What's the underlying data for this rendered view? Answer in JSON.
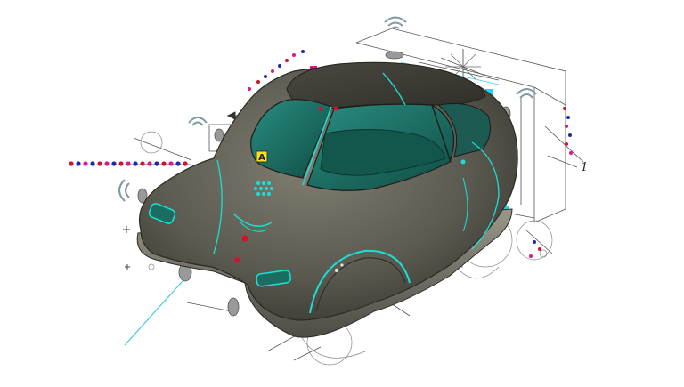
{
  "image": {
    "subject": "vintage-bubble-car",
    "colors": {
      "body": "#5b5a50",
      "body_dark": "#38372f",
      "body_light": "#7b796c",
      "interior": "#1b6d61",
      "accent": "#18e0d6",
      "line": "#444444",
      "wifi": "#8ea4a8",
      "red": "#d0132b",
      "magenta": "#e0168a",
      "yellow": "#f4e21a"
    },
    "labels": {
      "axis_right": "1",
      "badge": "A"
    }
  }
}
